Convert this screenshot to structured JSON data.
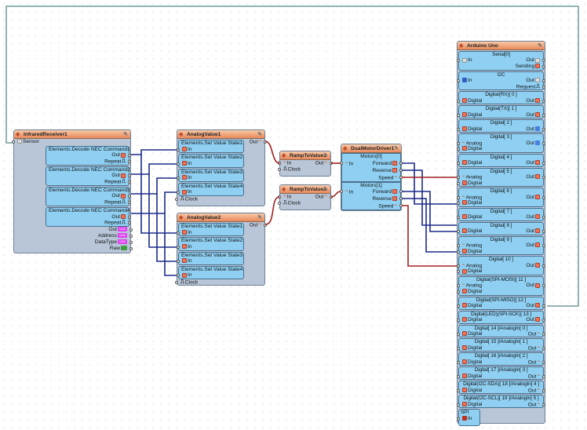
{
  "colors": {
    "title_bar": "#e8895a",
    "section": "#8fd0f2",
    "body": "#b9c6d8",
    "wire_digital": "#1a2a8a",
    "wire_analog": "#a02020",
    "wire_serial": "#6f9a9a"
  },
  "components": [
    {
      "id": "ir",
      "title": "InfraredReceiver1",
      "icon": "infrared-icon",
      "body": [
        {
          "left": "Sensor",
          "lpin": "serial"
        },
        {
          "section": "Elements.Decode NEC Command1",
          "rows": [
            {
              "right": "Out",
              "rpin": "digital"
            },
            {
              "right": "Repeat",
              "rpin": "clock"
            }
          ]
        },
        {
          "section": "Elements.Decode NEC Command2",
          "rows": [
            {
              "right": "Out",
              "rpin": "digital"
            },
            {
              "right": "Repeat",
              "rpin": "clock"
            }
          ]
        },
        {
          "section": "Elements.Decode NEC Command3",
          "rows": [
            {
              "right": "Out",
              "rpin": "digital"
            },
            {
              "right": "Repeat",
              "rpin": "clock"
            }
          ]
        },
        {
          "section": "Elements.Decode NEC Command4",
          "rows": [
            {
              "right": "Out",
              "rpin": "digital"
            },
            {
              "right": "Repeat",
              "rpin": "clock"
            }
          ]
        },
        {
          "right": "Out",
          "rpin": "u32"
        },
        {
          "right": "Address",
          "rpin": "u32"
        },
        {
          "right": "DataType",
          "rpin": "u32"
        },
        {
          "right": "Raw",
          "rpin": "raw"
        }
      ]
    },
    {
      "id": "av1",
      "title": "AnalogValue1",
      "icon": "analog-icon",
      "body": [
        {
          "right": "Out",
          "rpin": "analog",
          "out": true
        },
        {
          "section": "Elements.Set Value State1",
          "rows": [
            {
              "left": "In",
              "lpin": "digital"
            }
          ]
        },
        {
          "section": "Elements.Set Value State2",
          "rows": [
            {
              "left": "In",
              "lpin": "digital"
            }
          ]
        },
        {
          "section": "Elements.Set Value State3",
          "rows": [
            {
              "left": "In",
              "lpin": "digital"
            }
          ]
        },
        {
          "section": "Elements.Set Value State4",
          "rows": [
            {
              "left": "In",
              "lpin": "digital"
            }
          ]
        },
        {
          "left": "Clock",
          "lpin": "clock"
        }
      ]
    },
    {
      "id": "av2",
      "title": "AnalogValue2",
      "icon": "analog-icon",
      "body": [
        {
          "right": "Out",
          "rpin": "analog",
          "out": true
        },
        {
          "section": "Elements.Set Value State1",
          "rows": [
            {
              "left": "In",
              "lpin": "digital"
            }
          ]
        },
        {
          "section": "Elements.Set Value State2",
          "rows": [
            {
              "left": "In",
              "lpin": "digital"
            }
          ]
        },
        {
          "section": "Elements.Set Value State3",
          "rows": [
            {
              "left": "In",
              "lpin": "digital"
            }
          ]
        },
        {
          "section": "Elements.Set Value State4",
          "rows": [
            {
              "left": "In",
              "lpin": "digital"
            }
          ]
        },
        {
          "left": "Clock",
          "lpin": "clock"
        }
      ]
    },
    {
      "id": "r1",
      "title": "RampToValue1",
      "icon": "ramp-icon",
      "body": [
        {
          "left": "In",
          "lpin": "analog",
          "right": "Out",
          "rpin": "analog"
        },
        {
          "left": "Clock",
          "lpin": "clock"
        }
      ]
    },
    {
      "id": "r2",
      "title": "RampToValue2",
      "icon": "ramp-icon",
      "body": [
        {
          "left": "In",
          "lpin": "analog",
          "right": "Out",
          "rpin": "analog"
        },
        {
          "left": "Clock",
          "lpin": "clock"
        }
      ]
    },
    {
      "id": "dm",
      "title": "DualMotorDriver1",
      "icon": "motor-icon",
      "body": [
        {
          "section": "Motors[0]",
          "rows": [
            {
              "left": "In",
              "lpin": "analog",
              "right": "Forward",
              "rpin": "digital"
            },
            {
              "right": "Reverse",
              "rpin": "digital"
            },
            {
              "right": "Speed",
              "rpin": "analog"
            }
          ]
        },
        {
          "section": "Motors[1]",
          "rows": [
            {
              "left": "In",
              "lpin": "analog",
              "right": "Forward",
              "rpin": "digital"
            },
            {
              "right": "Reverse",
              "rpin": "digital"
            },
            {
              "right": "Speed",
              "rpin": "analog"
            }
          ]
        }
      ]
    },
    {
      "id": "ar",
      "title": "Arduino Uno",
      "icon": "arduino-icon",
      "body": [
        {
          "section": "Serial[0]",
          "rows": [
            {
              "left": "In",
              "lpin": "serial",
              "right": "Out",
              "rpin": "serial"
            },
            {
              "right": "Sending",
              "rpin": "digital"
            }
          ]
        },
        {
          "section": "I2C",
          "rows": [
            {
              "left": "In",
              "lpin": "i2c",
              "right": "Out",
              "rpin": "serial"
            },
            {
              "right": "Request",
              "rpin": "clock"
            }
          ]
        },
        {
          "section": "Digital(RX)[ 0 ]",
          "rows": [
            {
              "left": "Digital",
              "lpin": "digital",
              "right": "Out",
              "rpin": "digital"
            }
          ]
        },
        {
          "section": "Digital(TX)[ 1 ]",
          "rows": [
            {
              "left": "Digital",
              "lpin": "digital",
              "right": "Out",
              "rpin": "digital"
            }
          ]
        },
        {
          "section": "Digital[ 2 ]",
          "rows": [
            {
              "left": "Digital",
              "lpin": "digital",
              "right": "Out",
              "rpin": "pwm"
            }
          ]
        },
        {
          "section": "Digital[ 3 ]",
          "rows": [
            {
              "left": "Analog",
              "lpin": "analog",
              "right": "Out",
              "rpin": "pwm"
            },
            {
              "left": "Digital",
              "lpin": "digital"
            }
          ]
        },
        {
          "section": "Digital[ 4 ]",
          "rows": [
            {
              "left": "Digital",
              "lpin": "digital",
              "right": "Out",
              "rpin": "digital"
            }
          ]
        },
        {
          "section": "Digital[ 5 ]",
          "rows": [
            {
              "left": "Analog",
              "lpin": "analog",
              "right": "Out",
              "rpin": "digital"
            },
            {
              "left": "Digital",
              "lpin": "digital"
            }
          ]
        },
        {
          "section": "Digital[ 6 ]",
          "rows": [
            {
              "left": "Analog",
              "lpin": "analog",
              "right": "Out",
              "rpin": "digital"
            },
            {
              "left": "Digital",
              "lpin": "digital"
            }
          ]
        },
        {
          "section": "Digital[ 7 ]",
          "rows": [
            {
              "left": "Digital",
              "lpin": "digital",
              "right": "Out",
              "rpin": "digital"
            }
          ]
        },
        {
          "section": "Digital[ 8 ]",
          "rows": [
            {
              "left": "Digital",
              "lpin": "digital",
              "right": "Out",
              "rpin": "digital"
            }
          ]
        },
        {
          "section": "Digital[ 9 ]",
          "rows": [
            {
              "left": "Analog",
              "lpin": "analog",
              "right": "Out",
              "rpin": "digital"
            },
            {
              "left": "Digital",
              "lpin": "digital"
            }
          ]
        },
        {
          "section": "Digital[ 10 ]",
          "rows": [
            {
              "left": "Analog",
              "lpin": "analog",
              "right": "Out",
              "rpin": "digital"
            },
            {
              "left": "Digital",
              "lpin": "digital"
            }
          ]
        },
        {
          "section": "Digital(SPI-MOSI)[ 11 ]",
          "rows": [
            {
              "left": "Analog",
              "lpin": "analog",
              "right": "Out",
              "rpin": "digital"
            },
            {
              "left": "Digital",
              "lpin": "digital"
            }
          ]
        },
        {
          "section": "Digital(SPI-MISO)[ 12 ]",
          "rows": [
            {
              "left": "Digital",
              "lpin": "digital",
              "right": "Out",
              "rpin": "digital"
            }
          ]
        },
        {
          "section": "Digital(LED)(SPI-SCK)[ 13 ]",
          "rows": [
            {
              "left": "Digital",
              "lpin": "digital",
              "right": "Out",
              "rpin": "digital"
            }
          ]
        },
        {
          "section": "Digital[ 14 ]/AnalogIn[ 0 ]",
          "rows": [
            {
              "left": "Digital",
              "lpin": "digital",
              "right": "Out",
              "rpin": "analog"
            }
          ]
        },
        {
          "section": "Digital[ 15 ]/AnalogIn[ 1 ]",
          "rows": [
            {
              "left": "Digital",
              "lpin": "digital",
              "right": "Out",
              "rpin": "analog"
            }
          ]
        },
        {
          "section": "Digital[ 16 ]/AnalogIn[ 2 ]",
          "rows": [
            {
              "left": "Digital",
              "lpin": "digital",
              "right": "Out",
              "rpin": "analog"
            }
          ]
        },
        {
          "section": "Digital[ 17 ]/AnalogIn[ 3 ]",
          "rows": [
            {
              "left": "Digital",
              "lpin": "digital",
              "right": "Out",
              "rpin": "analog"
            }
          ]
        },
        {
          "section": "Digital(I2C-SDA)[ 18 ]/AnalogIn[ 4 ]",
          "rows": [
            {
              "left": "Digital",
              "lpin": "digital",
              "right": "Out",
              "rpin": "analog"
            }
          ]
        },
        {
          "section": "Digital(I2C-SCL)[ 19 ]/AnalogIn[ 5 ]",
          "rows": [
            {
              "left": "Digital",
              "lpin": "digital",
              "right": "Out",
              "rpin": "analog"
            }
          ]
        },
        {
          "section": "SPI",
          "spi": true,
          "rows": [
            {
              "left": "In",
              "lpin": "spi"
            }
          ]
        }
      ]
    }
  ]
}
